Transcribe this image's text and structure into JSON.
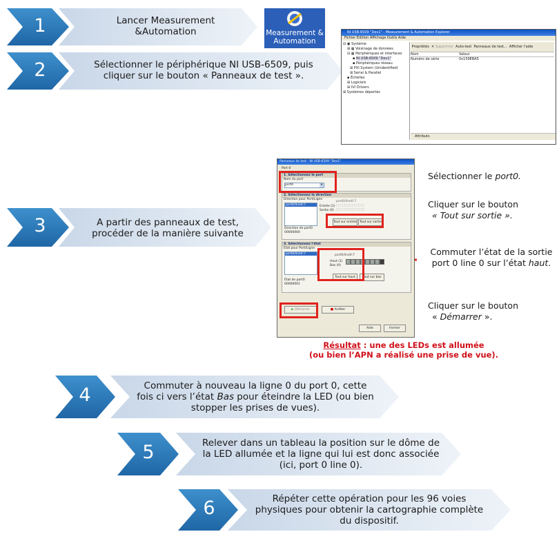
{
  "steps": [
    {
      "number": "1",
      "lines": [
        "Lancer Measurement",
        "&Automation"
      ]
    },
    {
      "number": "2",
      "lines": [
        "Sélectionner le périphérique NI USB-6509, puis",
        "cliquer sur le bouton « Panneaux de test »."
      ]
    },
    {
      "number": "3",
      "lines": [
        "A partir des panneaux de test,",
        "procéder de la manière suivante"
      ]
    },
    {
      "number": "4",
      "lines": [
        "Commuter à nouveau la ligne 0 du port 0, cette",
        "fois ci vers l’état Bas pour éteindre la LED (ou bien",
        "stopper les prises de vues)."
      ]
    },
    {
      "number": "5",
      "lines": [
        "Relever dans un tableau la position sur le dôme de",
        "la LED allumée et la ligne qui lui est donc associée",
        "(ici, port 0 line 0)."
      ]
    },
    {
      "number": "6",
      "lines": [
        "Répéter cette opération pour les 96 voies",
        "physiques pour obtenir la cartographie complète",
        "du dispositif."
      ]
    }
  ],
  "max_icon": {
    "label_line1": "Measurement &",
    "label_line2": "Automation"
  },
  "max_window": {
    "title": "NI USB-6509 \"Dev1\" - Measurement & Automation Explorer",
    "menu": "Fichier  Édition  Affichage  Outils  Aide",
    "tree": [
      "Système",
      "Voisinage de données",
      "Périphériques et interfaces",
      "NI USB-6509 \"Dev1\"",
      "Périphériques réseau",
      "PXI System (Unidentified)",
      "Serial & Parallel",
      "Échelles",
      "Logiciels",
      "IVI Drivers",
      "Systèmes déportés"
    ],
    "toolbar": [
      "Propriétés",
      "Supprimer",
      "Auto-test",
      "Panneaux de test...",
      "Afficher l'aide"
    ],
    "columns": [
      "Nom",
      "Valeur"
    ],
    "row": [
      "Numéro de série",
      "0x159EBA5"
    ],
    "bottom_tab": "Attributs"
  },
  "test_panel": {
    "title": "Panneaux de test : NI USB-6509 \"Dev1\"",
    "tab": "Port 0",
    "s1_title": "1. Sélectionnez le port",
    "s1_label": "Nom du port",
    "s1_value": "port0",
    "s2_title": "2. Sélectionnez la direction",
    "s2_list_label": "Direction pour Port/Ligne",
    "s2_list_item": "port0/line0:7",
    "s2_in": "Entrée (1)",
    "s2_out": "Sortie (0)",
    "s2_btn_in": "Tout sur entrée",
    "s2_btn_out": "Tout sur sortie",
    "s2_dir_label": "Direction de port0",
    "s2_dir_value": "00000000",
    "s3_title": "3. Sélectionnez l'état",
    "s3_list_label": "État pour Port/Ligne",
    "s3_list_item": "port0/line0:7",
    "s3_high": "Haut (1)",
    "s3_low": "Bas (0)",
    "s3_btn_high": "Tout sur haut",
    "s3_btn_low": "Tout sur bas",
    "s3_state_label": "État de port0",
    "s3_state_value": "00000001",
    "btn_start": "Démarrer",
    "btn_stop": "Arrêter",
    "btn_help": "Aide",
    "btn_close": "Fermer"
  },
  "notes": {
    "n1_pre": "Sélectionner le ",
    "n1_it": "port0.",
    "n2_l1": "Cliquer sur le bouton",
    "n2_l2": "« Tout sur sortie ».",
    "n3_l1": "Commuter l’état de la sortie",
    "n3_l2_pre": "port 0 line 0 sur l’état ",
    "n3_l2_it": "haut",
    "n3_l2_post": ".",
    "n4_l1": "Cliquer sur le bouton",
    "n4_pre": "« ",
    "n4_it": "Démarrer",
    "n4_post": " »."
  },
  "result": {
    "label": "Résultat",
    "line1_rest": " : une des LEDs  est allumée",
    "line2": "(ou bien l’APN a réalisé une prise de vue)."
  },
  "colors": {
    "chevron_dark": "#2c7bb8",
    "chevron_light": "#dbe6f1",
    "highlight": "#e0221d"
  }
}
